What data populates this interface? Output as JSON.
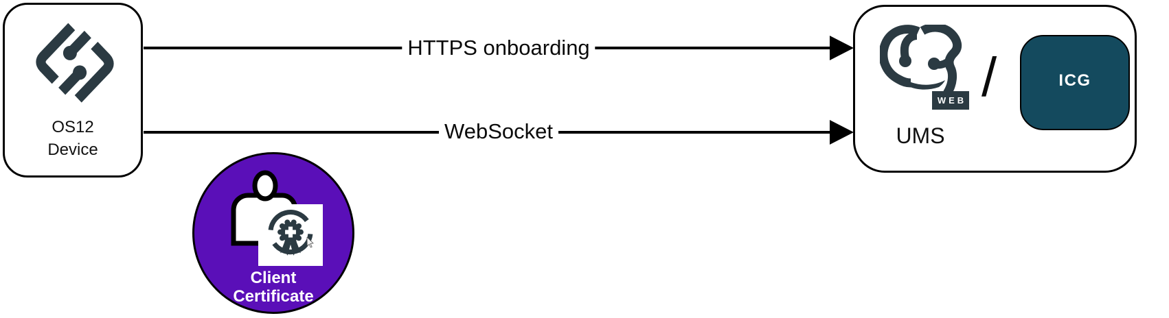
{
  "diagram": {
    "left_node": {
      "line1": "OS12",
      "line2": "Device"
    },
    "arrows": [
      {
        "label": "HTTPS onboarding"
      },
      {
        "label": "WebSocket"
      }
    ],
    "right_node": {
      "badge": "WEB",
      "label": "UMS",
      "separator": "/",
      "icg_label": "ICG"
    },
    "certificate": {
      "line1": "Client",
      "line2": "Certificate"
    }
  },
  "icons": {
    "left_logo": "igel-os12-logo-icon",
    "right_logo": "igel-ums-web-logo-icon",
    "person": "person-icon",
    "seal": "certificate-seal-icon",
    "cursor": "mouse-cursor-icon"
  },
  "colors": {
    "logo_slate": "#2b3a42",
    "certificate_purple": "#5a0fb8",
    "icg_teal": "#144a5e",
    "line_black": "#000000",
    "background": "#ffffff"
  }
}
